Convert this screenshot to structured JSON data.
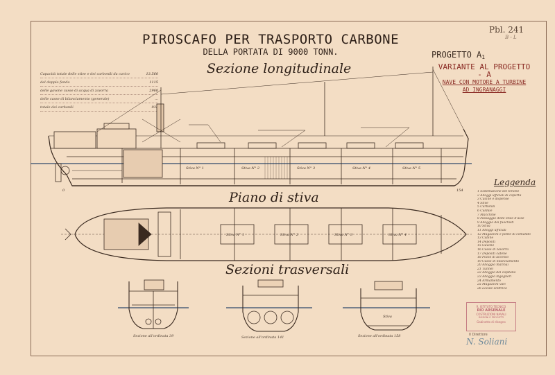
{
  "plate": {
    "label": "Pbl. 241",
    "sub": "B - L"
  },
  "title": {
    "line1": "PIROSCAFO PER TRASPORTO CARBONE",
    "line2": "DELLA PORTATA DI 9000 TONN."
  },
  "project": {
    "label": "PROGETTO A",
    "sub": "1"
  },
  "variant": {
    "line1": "VARIANTE AL PROGETTO - A",
    "line2": "NAVE CON MOTORE A TURBINE",
    "line3": "AD INGRANAGGI"
  },
  "sections": {
    "longitudinal": "Sezione longitudinale",
    "plan": "Piano di stiva",
    "transverse": "Sezioni trasversali"
  },
  "capacity_table": [
    {
      "label": "Capacità totale delle stive e dei carbonili da carico",
      "value": "13.560"
    },
    {
      "label": "del doppio fondo",
      "value": "1115"
    },
    {
      "label": "delle gavone casse di acqua di zavorra",
      "value": "2960"
    },
    {
      "label": "delle casse di bilanciamento (generale)",
      "value": "..."
    },
    {
      "label": "totale dei carbonili",
      "value": "933"
    }
  ],
  "holds": {
    "h1": "Stiva N° 1",
    "h2": "Stiva N° 2",
    "h3": "Stiva N° 3",
    "h4": "Stiva N° 4",
    "h5": "Stiva N° 5",
    "h6": "Stiva"
  },
  "legend": {
    "title": "Leggenda",
    "items": [
      "1 Sistemazione del timone",
      "2 Alloggi ufficiali di coperta",
      "3 Cucine e dispense",
      "4 Stive",
      "5 Carbonili",
      "6 Caldaie",
      "7 Macchine",
      "8 Passaggio delle linee d'asse",
      "9 Alloggio dei fuochisti",
      "10 Stiva",
      "11 Alloggi ufficiali",
      "12 Magazzini e ponte di comando",
      "13 Cabine",
      "14 Depositi",
      "15 Gavone",
      "16 Casse di zavorra",
      "17 Depositi catene",
      "18 Pozzo di accesso",
      "19 Casse di bilanciamento",
      "20 Alloggio marinai",
      "21 Tunnel",
      "22 Alloggio del capitano",
      "23 Alloggio ingegneri",
      "24 Armamento",
      "25 Magazzini vari",
      "26 Locale elettrico"
    ]
  },
  "section_captions": {
    "s1": "Sezione all'ordinata 39",
    "s2": "Sezione all'ordinata 141",
    "s3": "Sezione all'ordinata 158"
  },
  "frame_numbers": {
    "aft": "0",
    "fwd": "154"
  },
  "stamp": {
    "line1": "R. ISTITUTO TECNICO",
    "line2": "RIO ARSENALE",
    "line3": "COSTRUZIONI NAVALI",
    "line4": "DISEGNI E PROGETTI",
    "line5": "Gabinetto di disegno"
  },
  "director": "Il Direttore",
  "signature": "N. Soliani",
  "colors": {
    "paper": "#f3ddc4",
    "ink": "#3a2a20",
    "red_ink": "#8a2b24",
    "stamp": "#b8606b",
    "water": "#2e4a6a"
  }
}
